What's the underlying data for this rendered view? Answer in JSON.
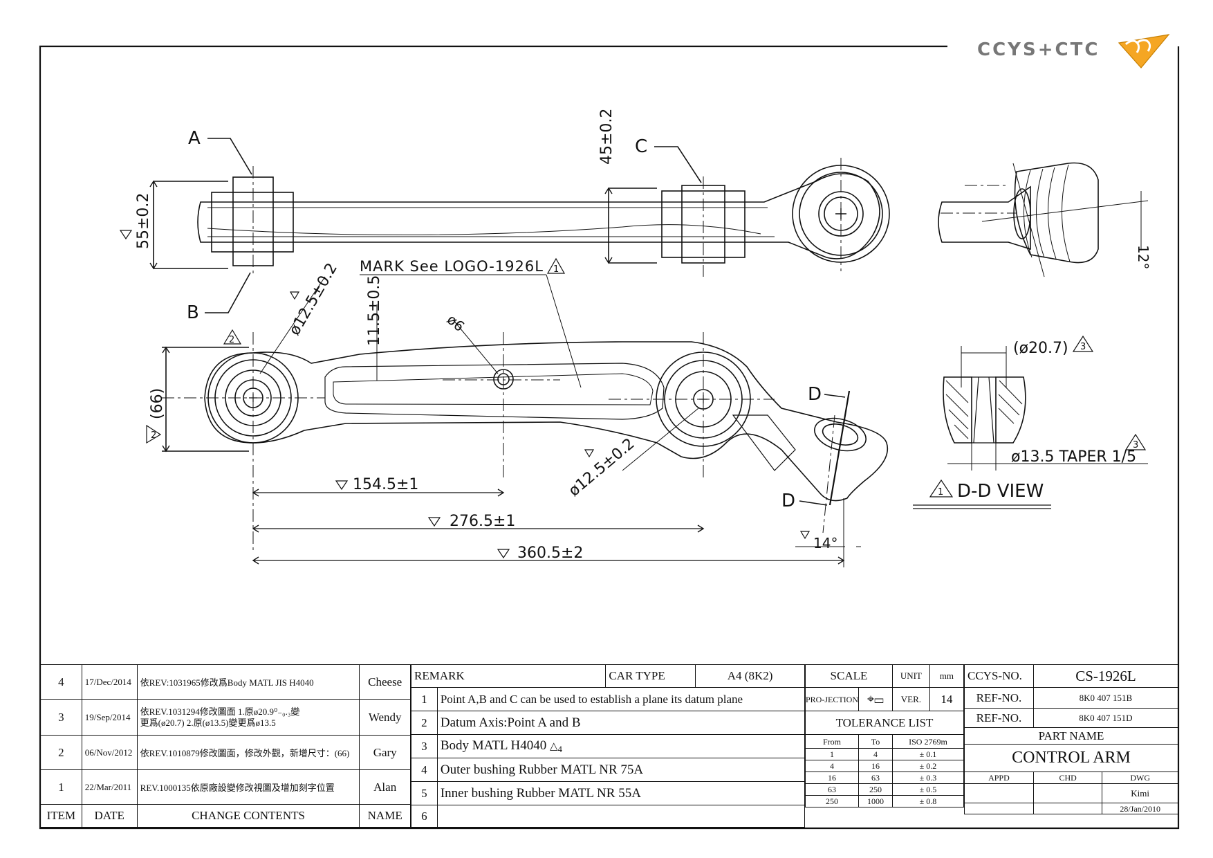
{
  "brand": {
    "logo_text": "CCYS+CTC",
    "accent": "#f5a623"
  },
  "dims": {
    "pt_a": "A",
    "pt_b": "B",
    "pt_c": "C",
    "d55": "55±0.2",
    "d45": "45±0.2",
    "d12deg": "12°",
    "mark": "MARK See LOGO-1926L",
    "mark_rev": "1",
    "d125a": "ø12.5±0.2",
    "d115": "11.5±0.5",
    "d6": "ø6",
    "d66": "(66)",
    "rev2": "2",
    "d1545": "154.5±1",
    "d2765": "276.5±1",
    "d3605": "360.5±2",
    "d125b": "ø12.5±0.2",
    "d14deg": "14°",
    "sec_d1": "D",
    "sec_d2": "D",
    "d207": "(ø20.7)",
    "rev3a": "3",
    "d135": "ø13.5 TAPER 1/5",
    "rev3b": "3",
    "ddview": "D-D VIEW",
    "rev1": "1"
  },
  "revisions": [
    {
      "rev": "4",
      "date": "17/Dec/2014",
      "content": "依REV:1031965修改爲Body MATL JIS H4040",
      "name": "Cheese"
    },
    {
      "rev": "3",
      "date": "19/Sep/2014",
      "content": "依REV.1031294修改圖面 1.原ø20.9⁰₋₀.₃變",
      "content2": "更爲(ø20.7) 2.原(ø13.5)變更爲ø13.5",
      "name": "Wendy"
    },
    {
      "rev": "2",
      "date": "06/Nov/2012",
      "content": "依REV.1010879修改圖面，修改外觀，新增尺寸：(66)",
      "name": "Gary"
    },
    {
      "rev": "1",
      "date": "22/Mar/2011",
      "content": "REV.1000135依原廠設變修改視圖及增加刻字位置",
      "name": "Alan"
    }
  ],
  "rev_headers": {
    "item": "ITEM",
    "date": "DATE",
    "content": "CHANGE CONTENTS",
    "name": "NAME"
  },
  "remarks": {
    "title": "REMARK",
    "car_type_label": "CAR TYPE",
    "car_type": "A4 (8K2)",
    "items": [
      {
        "n": "1",
        "text": "Point A,B and C can be used to establish a plane its datum plane"
      },
      {
        "n": "2",
        "text": "Datum Axis:Point A and B"
      },
      {
        "n": "3",
        "text": "Body MATL  H4040",
        "rev": "4"
      },
      {
        "n": "4",
        "text": "Outer bushing Rubber MATL NR 75A"
      },
      {
        "n": "5",
        "text": "Inner bushing Rubber MATL NR 55A"
      },
      {
        "n": "6",
        "text": ""
      }
    ]
  },
  "info": {
    "scale_label": "SCALE",
    "unit_label": "UNIT",
    "unit": "mm",
    "projection_label": "PRO-JECTION",
    "ver_label": "VER.",
    "ver": "14",
    "tolerance_title": "TOLERANCE LIST",
    "tol_headers": {
      "from": "From",
      "to": "To",
      "std": "ISO 2769m"
    },
    "tolerances": [
      {
        "from": "1",
        "to": "4",
        "tol": "± 0.1"
      },
      {
        "from": "4",
        "to": "16",
        "tol": "± 0.2"
      },
      {
        "from": "16",
        "to": "63",
        "tol": "± 0.3"
      },
      {
        "from": "63",
        "to": "250",
        "tol": "± 0.5"
      },
      {
        "from": "250",
        "to": "1000",
        "tol": "± 0.8"
      }
    ],
    "ccys_label": "CCYS-NO.",
    "ccys_no": "CS-1926L",
    "ref_label1": "REF-NO.",
    "ref_no1": "8K0 407 151B",
    "ref_label2": "REF-NO.",
    "ref_no2": "8K0 407 151D",
    "part_name_label": "PART NAME",
    "part_name": "CONTROL ARM",
    "appd": "APPD",
    "chd": "CHD",
    "dwg": "DWG",
    "drawer": "Kimi",
    "draw_date": "28/Jan/2010"
  }
}
